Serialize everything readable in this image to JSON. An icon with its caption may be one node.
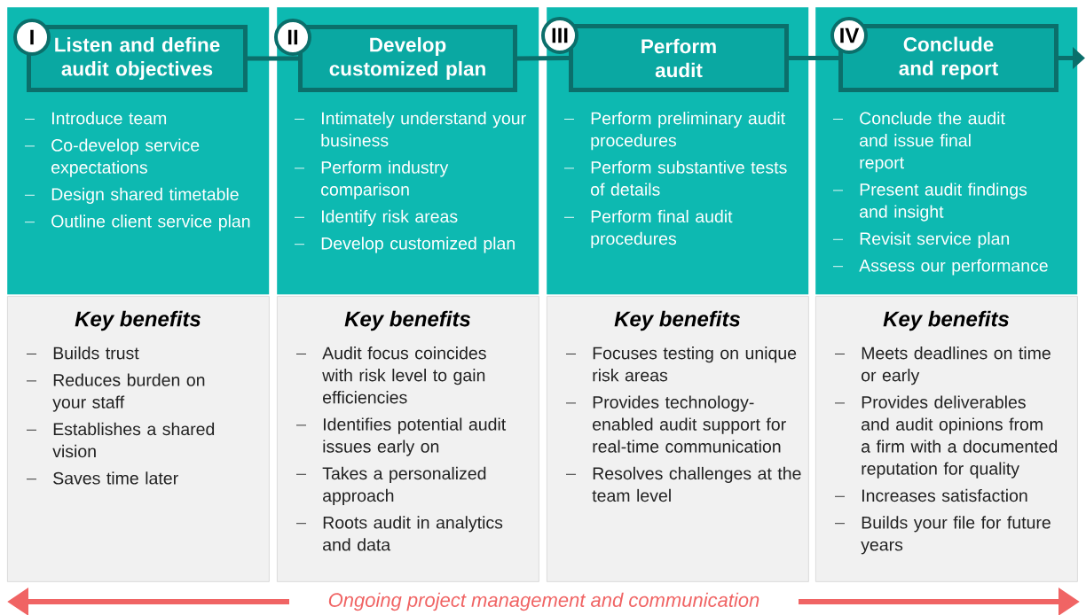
{
  "diagram": {
    "nodes": [
      {
        "text": [
          "Introduce team",
          "Co-develop service expectations",
          "Design shared timetable",
          "Outline client service plan"
        ]
      },
      {
        "text": [
          "I"
        ],
        "in": 0
      },
      {
        "text": [
          "Listen and define audit objectives"
        ],
        "in": 0
      },
      {
        "text": [
          "Key benefits",
          "Builds trust",
          "Reduces burden on your staff",
          "Establishes a shared vision",
          "Saves time later"
        ]
      },
      {
        "text": [
          "Intimately understand your business",
          "Perform industry comparison",
          "Identify risk areas",
          "Develop customized plan"
        ]
      },
      {
        "text": [
          "II"
        ],
        "in": 4
      },
      {
        "text": [
          "Develop customized plan"
        ],
        "in": 4
      },
      {
        "text": [
          "Key benefits",
          "Audit focus coincides with risk level to gain efficiencies",
          "Identifies potential audit issues early on",
          "Takes a personalized approach",
          "Roots audit in analytics and data"
        ]
      },
      {
        "text": [
          "Perform preliminary audit procedures",
          "Perform substantive tests of details",
          "Perform final audit procedures"
        ]
      },
      {
        "text": [
          "III"
        ],
        "in": 8
      },
      {
        "text": [
          "Perform audit"
        ],
        "in": 8
      },
      {
        "text": [
          "Key benefits",
          "Focuses testing on unique risk areas",
          "Provides technology-enabled audit support for real-time communication",
          "Resolves challenges at the team level"
        ]
      },
      {
        "text": [
          "Conclude the audit and issue final report",
          "Present audit findings and insight",
          "Revisit service plan",
          "Assess our performance"
        ]
      },
      {
        "text": [
          "IV"
        ],
        "in": 12
      },
      {
        "text": [
          "Conclude and report"
        ],
        "in": 12
      },
      {
        "text": [
          "Key benefits",
          "Meets deadlines on time or early",
          "Provides deliverables and audit opinions from a firm with a documented reputation for quality",
          "Increases satisfaction",
          "Builds your file for future years"
        ]
      }
    ],
    "edges": [
      {
        "from": 2,
        "to": 6,
        "arrow": "none"
      },
      {
        "from": 6,
        "to": 10,
        "arrow": "none"
      },
      {
        "from": 10,
        "to": 14,
        "arrow": "none"
      },
      {
        "from": 14,
        "to": null,
        "arrow": "to"
      }
    ],
    "labels": [
      "Ongoing project management and communication"
    ]
  }
}
